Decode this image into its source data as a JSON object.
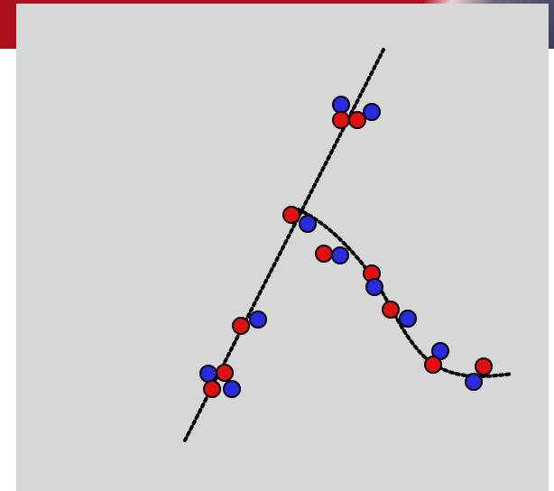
{
  "colors": {
    "background_band": "#b0101b",
    "canvas": "#d7d7d7",
    "red_point": "#e01010",
    "blue_point": "#2a2ae0",
    "curve": "#000000"
  },
  "diagram": {
    "description_type": "point cloud with two fitted dotted curves",
    "curves": [
      {
        "id": "upper-line",
        "style": "dotted"
      },
      {
        "id": "lower-curve",
        "style": "dotted"
      }
    ],
    "points": [
      {
        "color": "blue"
      },
      {
        "color": "blue"
      },
      {
        "color": "red"
      },
      {
        "color": "red"
      },
      {
        "color": "red"
      },
      {
        "color": "blue"
      },
      {
        "color": "red"
      },
      {
        "color": "blue"
      },
      {
        "color": "red"
      },
      {
        "color": "blue"
      },
      {
        "color": "red"
      },
      {
        "color": "blue"
      },
      {
        "color": "red"
      },
      {
        "color": "blue"
      },
      {
        "color": "blue"
      },
      {
        "color": "red"
      },
      {
        "color": "red"
      },
      {
        "color": "blue"
      },
      {
        "color": "blue"
      },
      {
        "color": "red"
      },
      {
        "color": "blue"
      },
      {
        "color": "red"
      }
    ]
  }
}
